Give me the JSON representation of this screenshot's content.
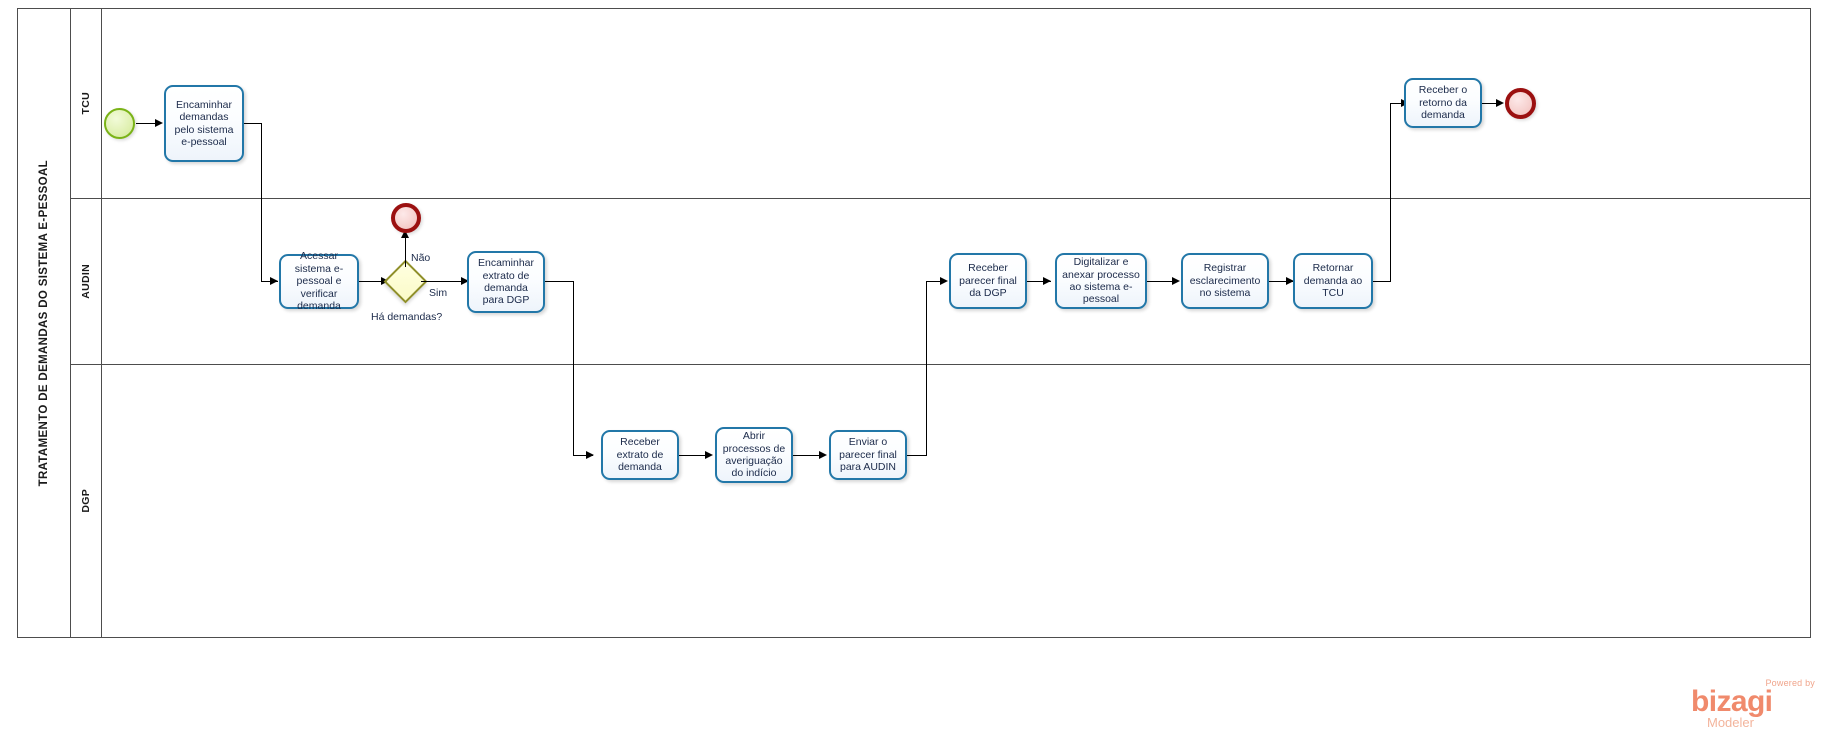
{
  "diagram": {
    "pool_title": "TRATAMENTO DE DEMANDAS DO SISTEMA E-PESSOAL",
    "lanes": [
      {
        "id": "tcu",
        "label": "TCU"
      },
      {
        "id": "audin",
        "label": "AUDIN"
      },
      {
        "id": "dgp",
        "label": "DGP"
      }
    ],
    "events": [
      {
        "id": "start",
        "type": "start-event",
        "lane": "tcu",
        "label": ""
      },
      {
        "id": "end_nao",
        "type": "end-event",
        "lane": "audin",
        "label": ""
      },
      {
        "id": "end_tcu",
        "type": "end-event",
        "lane": "tcu",
        "label": ""
      }
    ],
    "tasks": [
      {
        "id": "t1",
        "lane": "tcu",
        "label": "Encaminhar demandas pelo sistema e-pessoal"
      },
      {
        "id": "t2",
        "lane": "audin",
        "label": "Acessar sistema e-pessoal  e verificar demanda"
      },
      {
        "id": "t3",
        "lane": "audin",
        "label": "Encaminhar extrato de demanda para DGP"
      },
      {
        "id": "t4",
        "lane": "dgp",
        "label": "Receber extrato de demanda"
      },
      {
        "id": "t5",
        "lane": "dgp",
        "label": "Abrir processos de averiguação do indício"
      },
      {
        "id": "t6",
        "lane": "dgp",
        "label": "Enviar o parecer final para AUDIN"
      },
      {
        "id": "t7",
        "lane": "audin",
        "label": "Receber parecer final da DGP"
      },
      {
        "id": "t8",
        "lane": "audin",
        "label": "Digitalizar e anexar processo ao sistema e-pessoal"
      },
      {
        "id": "t9",
        "lane": "audin",
        "label": "Registrar esclarecimento no sistema"
      },
      {
        "id": "t10",
        "lane": "audin",
        "label": "Retornar demanda ao TCU"
      },
      {
        "id": "t11",
        "lane": "tcu",
        "label": "Receber o retorno da demanda"
      }
    ],
    "gateways": [
      {
        "id": "g1",
        "lane": "audin",
        "type": "exclusive-gateway",
        "label": "Há demandas?"
      }
    ],
    "sequence_flow_labels": [
      {
        "id": "flow_nao",
        "label": "Não"
      },
      {
        "id": "flow_sim",
        "label": "Sim"
      }
    ],
    "colors": {
      "task_border": "#2277a8",
      "task_fill": "#eef4fb",
      "start_event_border": "#7ab317",
      "end_event_border": "#9b1010",
      "gateway_border": "#8f8f28",
      "gateway_fill": "#ffffe0",
      "lane_border": "#4d4d4d",
      "connector": "#000000",
      "logo": "#f08a6c"
    }
  },
  "logo": {
    "powered_by": "Powered by",
    "brand": "bizagi",
    "product": "Modeler"
  }
}
